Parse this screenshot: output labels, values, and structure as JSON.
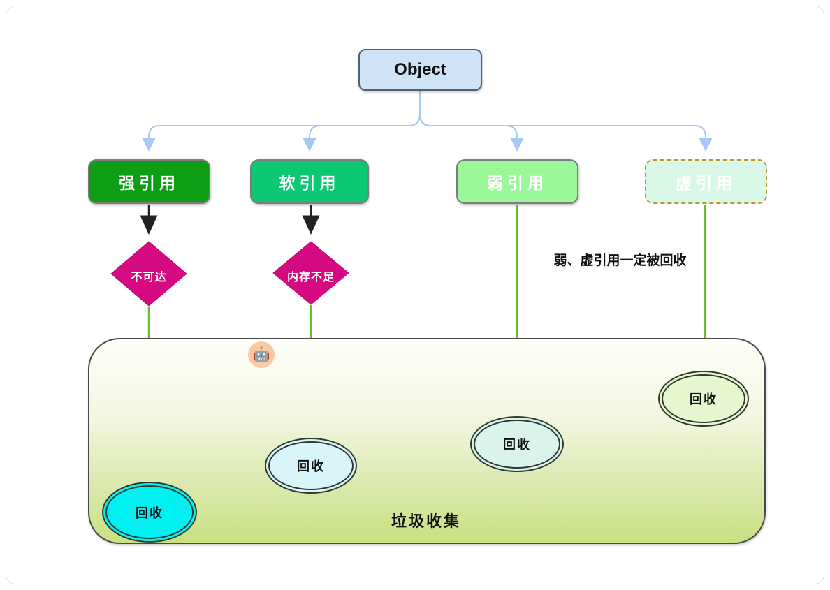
{
  "diagram": {
    "root": {
      "label": "Object",
      "fill": "#cfe3f7"
    },
    "references": [
      {
        "id": "strong",
        "label": "强引用",
        "fill": "#0d9e15",
        "border": "solid gray"
      },
      {
        "id": "soft",
        "label": "软引用",
        "fill": "#0cc873",
        "border": "solid gray"
      },
      {
        "id": "weak",
        "label": "弱引用",
        "fill": "#9af79a",
        "border": "solid gray"
      },
      {
        "id": "phantom",
        "label": "虚引用",
        "fill": "#d9f8e8",
        "border": "dashed #bb9430"
      }
    ],
    "conditions": [
      {
        "id": "unreachable",
        "label": "不可达",
        "fill": "#d60a80"
      },
      {
        "id": "low-memory",
        "label": "内存不足",
        "fill": "#d60a80"
      }
    ],
    "note": "弱、虚引用一定被回收",
    "gc_container": {
      "label": "垃圾收集",
      "gradient_top": "#fdfef9",
      "gradient_bottom": "#c9e181"
    },
    "recycle_nodes": [
      {
        "label": "回收",
        "fill": "#00f1f1"
      },
      {
        "label": "回收",
        "fill": "#d8f5fa"
      },
      {
        "label": "回收",
        "fill": "#d9f4ea"
      },
      {
        "label": "回收",
        "fill": "#e8f6cf"
      }
    ],
    "emoji_badge": "🤖",
    "palette": {
      "connector_blue": "#a4c9f4",
      "arrow_black": "#222222",
      "arrow_green": "#5ec22e",
      "condition_pink": "#d60a80"
    }
  }
}
